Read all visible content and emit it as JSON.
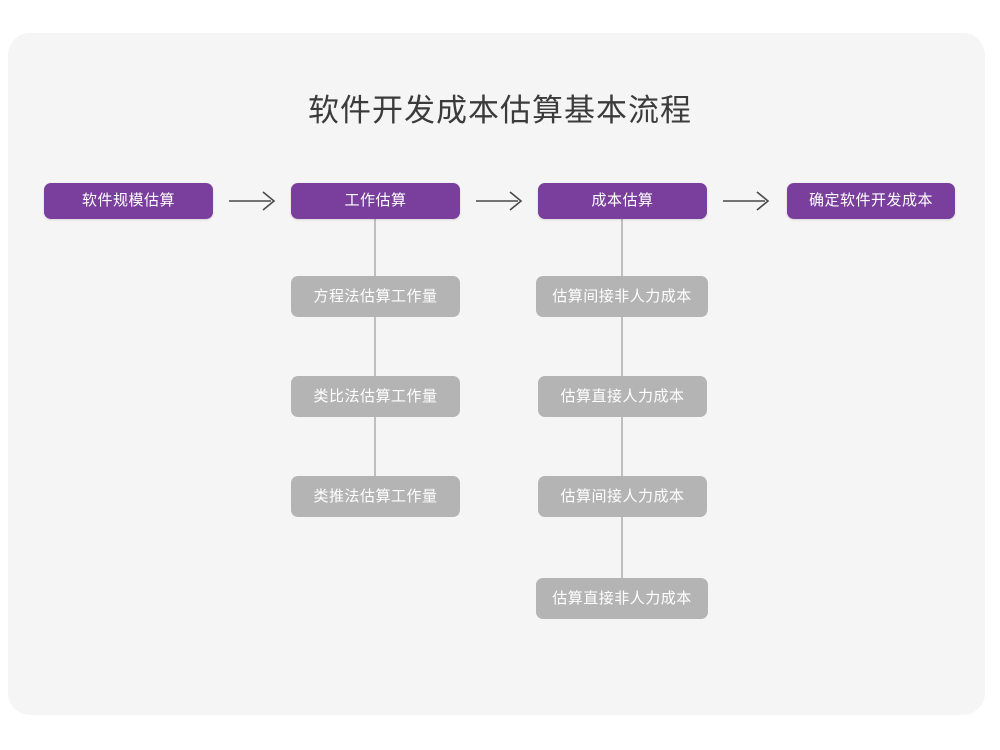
{
  "title": "软件开发成本估算基本流程",
  "colors": {
    "page_background": "#ffffff",
    "card_background": "#f5f5f5",
    "stage_purple": "#7a3f9d",
    "sub_gray": "#b4b4b4",
    "connector_gray": "#bfbfbf",
    "title_text": "#3b3b3b",
    "box_text": "#ffffff",
    "arrow": "#4a4a4a"
  },
  "flow": {
    "arrow_glyph": "arrow-right-icon",
    "stages": [
      {
        "label": "软件规模估算",
        "sub_items": []
      },
      {
        "label": "工作估算",
        "sub_items": [
          "方程法估算工作量",
          "类比法估算工作量",
          "类推法估算工作量"
        ]
      },
      {
        "label": "成本估算",
        "sub_items": [
          "估算间接非人力成本",
          "估算直接人力成本",
          "估算间接人力成本",
          "估算直接非人力成本"
        ]
      },
      {
        "label": "确定软件开发成本",
        "sub_items": []
      }
    ]
  }
}
